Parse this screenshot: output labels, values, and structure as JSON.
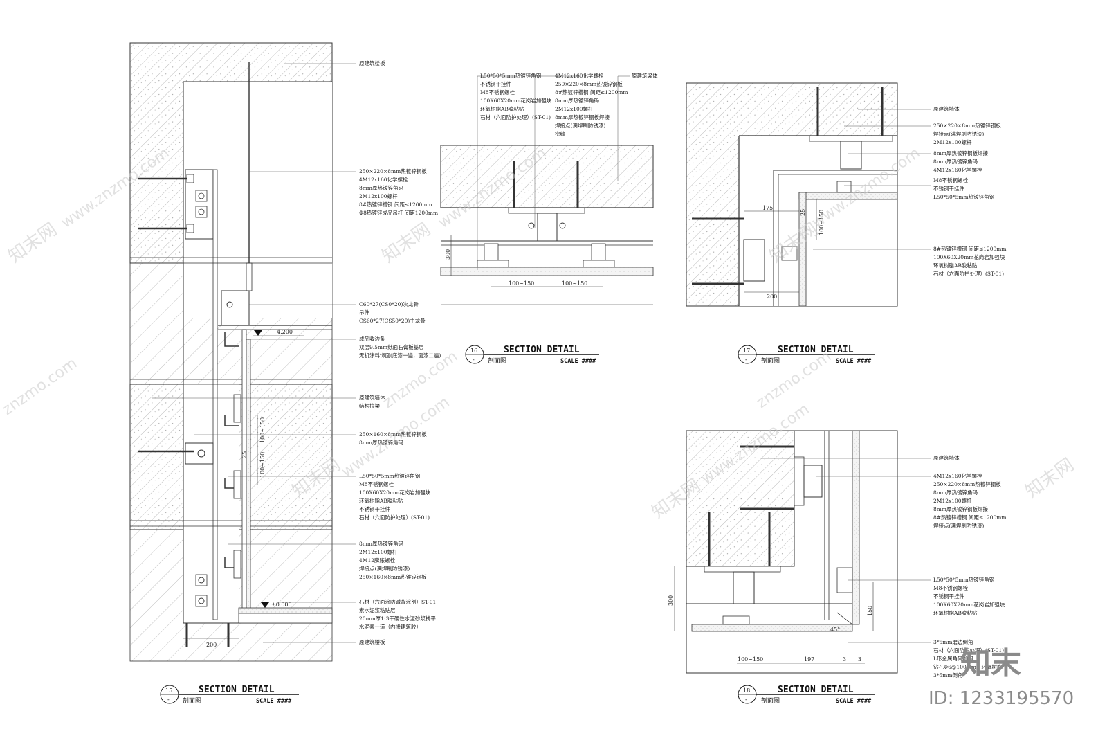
{
  "details": [
    {
      "num": "15",
      "sub": "-",
      "title": "SECTION DETAIL",
      "subtitle": "剖面图",
      "scale": "SCALE ####",
      "labels": [
        "原建筑楼板",
        "250×220×8mm热镀锌钢板",
        "4M12x160化学螺栓",
        "8mm厚热镀锌角码",
        "2M12x100螺杆",
        "8#热镀锌槽钢 间距≤1200mm",
        "Φ8热镀锌成品吊杆 间距1200mm",
        "C60*27(CS0*20)次龙骨",
        "吊件",
        "CS60*27(CS50*20)主龙骨",
        "成品收边条",
        "双层9.5mm纸面石膏板基层",
        "无机涂料饰面(底漆一遍，面漆二遍)",
        "原建筑墙体",
        "结构拉梁",
        "250×160×8mm热镀锌钢板",
        "8mm厚热镀锌角码",
        "L50*50*5mm热镀锌角钢",
        "M8不锈钢螺栓",
        "100X60X20mm花岗岩加强块",
        "环氧树脂AB胶粘贴",
        "不锈钢干挂件",
        "石材（六面防护处理）(ST-01)",
        "8mm厚热镀锌角码",
        "2M12x100螺杆",
        "4M12膨胀螺栓",
        "焊接点(满焊刷防锈漆)",
        "250×160×8mm热镀锌钢板",
        "石材（六面涂防碱背涂剂）ST-01",
        "素水泥浆粘贴层",
        "20mm厚1:3干硬性水泥砂浆找平",
        "水泥浆一道（内掺建筑胶）",
        "原建筑楼板"
      ],
      "dims": [
        "100~150",
        "100~150",
        "25",
        "200"
      ],
      "levels": [
        "4.200",
        "±0.000"
      ]
    },
    {
      "num": "16",
      "sub": "-",
      "title": "SECTION DETAIL",
      "subtitle": "剖面图",
      "scale": "SCALE ####",
      "labels": [
        "L50*50*5mm热镀锌角钢",
        "不锈钢干挂件",
        "M8不锈钢螺栓",
        "100X60X20mm花岗岩加强块",
        "环氧树脂AB胶粘贴",
        "石材（六面防护处理）(ST-01)",
        "4M12x160化学螺栓",
        "250×220×8mm热镀锌钢板",
        "8#热镀锌槽钢 间距≤1200mm",
        "8mm厚热镀锌角码",
        "2M12x100螺杆",
        "8mm厚热镀锌钢板焊接",
        "焊接点(满焊刷防锈漆)",
        "密缝",
        "原建筑梁体"
      ],
      "dims": [
        "300",
        "100~150",
        "100~150"
      ]
    },
    {
      "num": "17",
      "sub": "-",
      "title": "SECTION DETAIL",
      "subtitle": "剖面图",
      "scale": "SCALE ####",
      "labels": [
        "原建筑墙体",
        "250×220×8mm热镀锌钢板",
        "焊接点(满焊刷防锈漆)",
        "2M12x100螺杆",
        "8mm厚热镀锌钢板焊接",
        "8mm厚热镀锌角码",
        "4M12x160化学螺栓",
        "M8不锈钢螺栓",
        "不锈钢干挂件",
        "L50*50*5mm热镀锌角钢",
        "8#热镀锌槽钢 间距≤1200mm",
        "100X60X20mm花岗岩加强块",
        "环氧树脂AB胶粘贴",
        "石材（六面防护处理）(ST-01)"
      ],
      "dims": [
        "175",
        "25",
        "100~150",
        "200"
      ]
    },
    {
      "num": "18",
      "sub": "-",
      "title": "SECTION DETAIL",
      "subtitle": "剖面图",
      "scale": "SCALE ####",
      "labels": [
        "原建筑墙体",
        "4M12x160化学螺栓",
        "250×220×8mm热镀锌钢板",
        "8mm厚热镀锌角码",
        "2M12x100螺杆",
        "8mm厚热镀锌钢板焊接",
        "8#热镀锌槽钢 间距≤1200mm",
        "焊接点(满焊刷防锈漆)",
        "L50*50*5mm热镀锌角钢",
        "M8不锈钢螺栓",
        "不锈钢干挂件",
        "100X60X20mm花岗岩加强块",
        "环氧树脂AB胶粘贴",
        "3*5mm磨边倒角",
        "石材（六面防护处理）(ST-01)",
        "L形金属角码加固",
        "钻孔Φ6@100mm，环氧树脂",
        "3*5mm倒角"
      ],
      "dims": [
        "300",
        "150",
        "100~150",
        "197",
        "3",
        "3",
        "45°"
      ]
    }
  ],
  "watermarks": {
    "site": "www.znzmo.com",
    "site_short": "znzmo.com",
    "brand_cn": "知末网"
  },
  "brand": {
    "logo": "知末",
    "id": "ID: 1233195570"
  }
}
